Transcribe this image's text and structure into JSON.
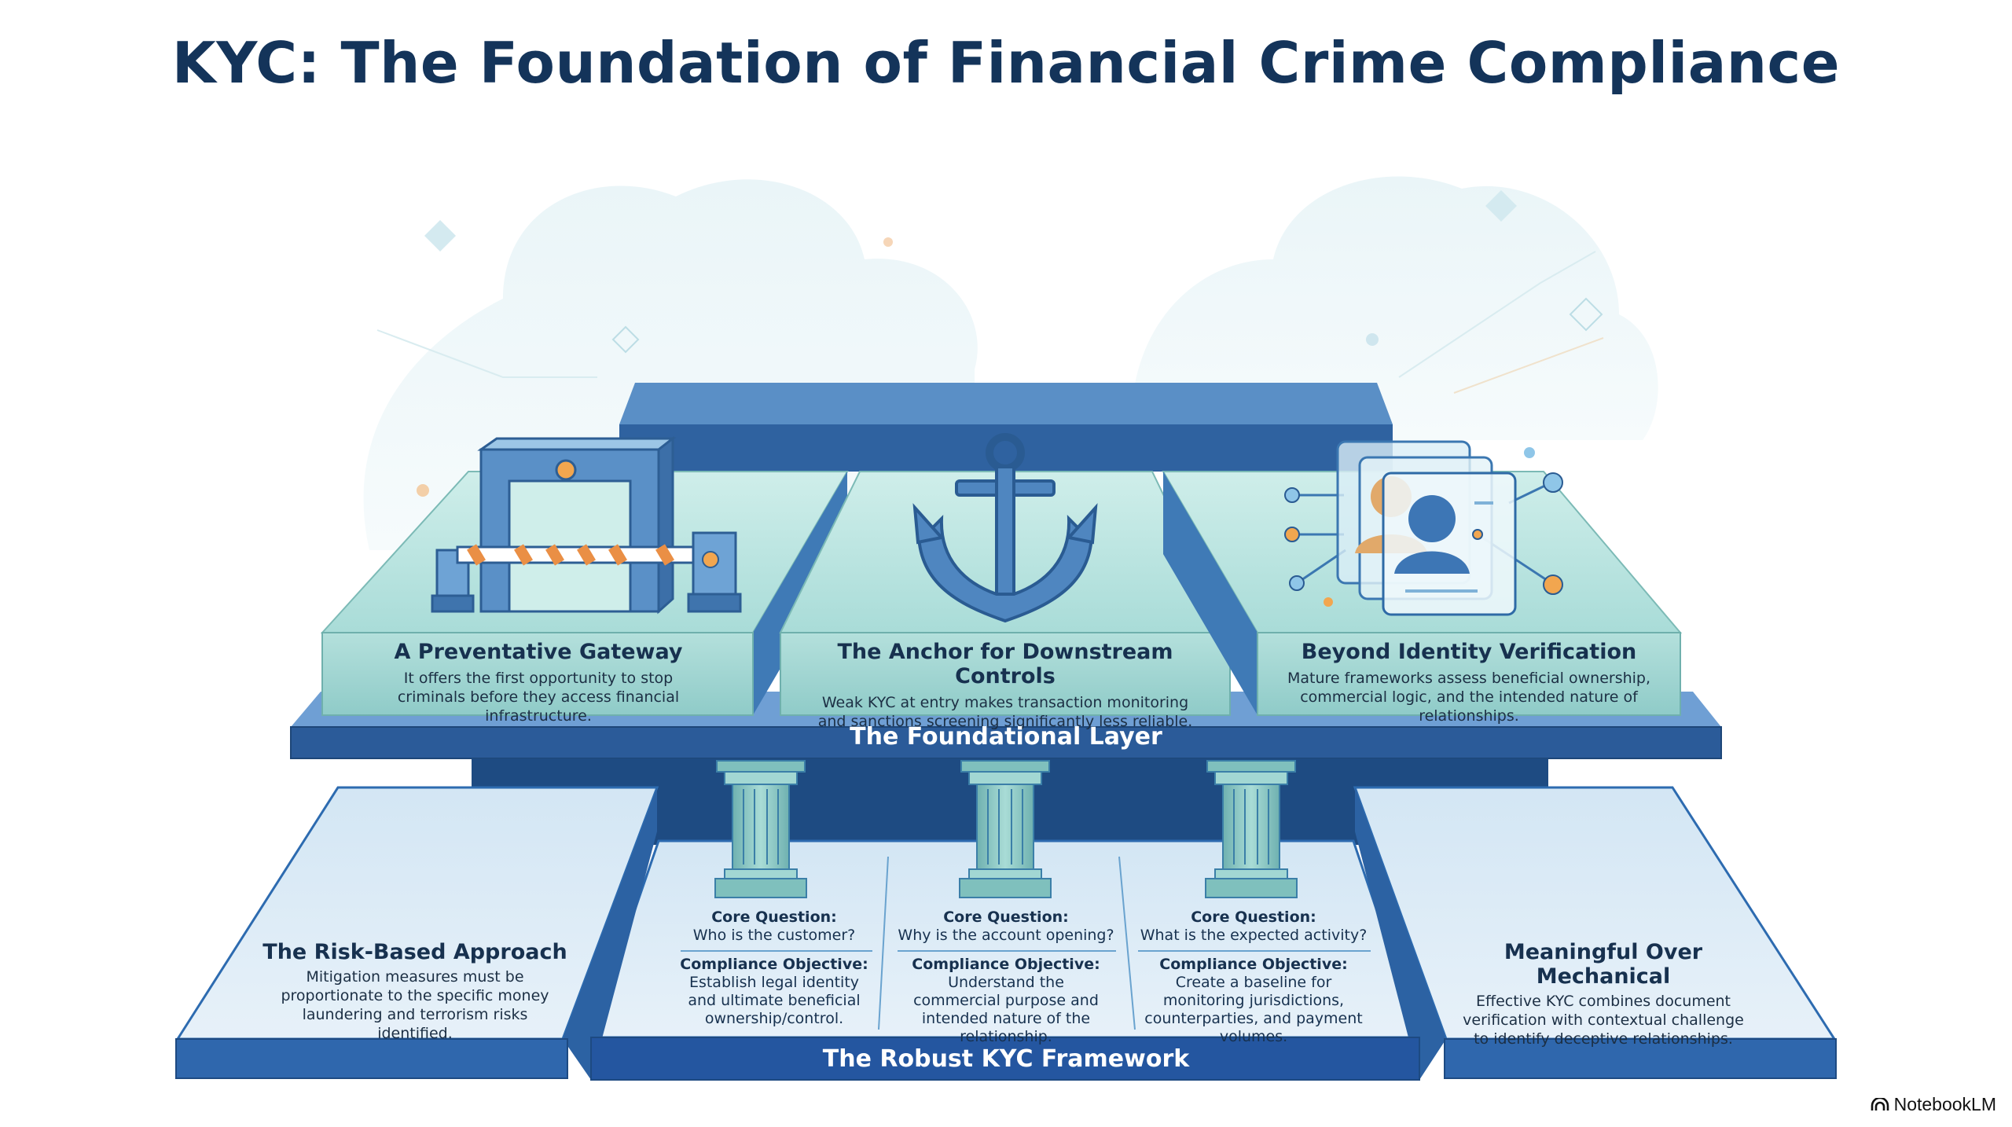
{
  "title": "KYC: The Foundation of Financial Crime Compliance",
  "foundational_layer": {
    "label": "The Foundational Layer",
    "cards": [
      {
        "title": "A Preventative Gateway",
        "description": "It offers the first opportunity to stop criminals before they access financial infrastructure.",
        "icon": "gateway-barrier-icon"
      },
      {
        "title": "The Anchor for Downstream Controls",
        "description": "Weak KYC at entry makes transaction monitoring and sanctions screening significantly less reliable.",
        "icon": "anchor-icon"
      },
      {
        "title": "Beyond Identity Verification",
        "description": "Mature frameworks assess beneficial ownership, commercial logic, and the intended nature of relationships.",
        "icon": "identity-profile-network-icon"
      }
    ]
  },
  "framework": {
    "label": "The Robust KYC Framework",
    "left_panel": {
      "title": "The Risk-Based Approach",
      "description": "Mitigation measures must be proportionate to the specific money laundering and terrorism risks identified."
    },
    "right_panel": {
      "title": "Meaningful Over Mechanical",
      "description": "Effective KYC combines document verification with contextual challenge to identify deceptive relationships."
    },
    "pillars": [
      {
        "question_label": "Core Question:",
        "question": "Who is the customer?",
        "objective_label": "Compliance Objective:",
        "objective": "Establish legal identity and ultimate beneficial ownership/control."
      },
      {
        "question_label": "Core Question:",
        "question": "Why is the account opening?",
        "objective_label": "Compliance Objective:",
        "objective": "Understand the commercial purpose and intended nature of the relationship."
      },
      {
        "question_label": "Core Question:",
        "question": "What is the expected activity?",
        "objective_label": "Compliance Objective:",
        "objective": "Create a baseline for monitoring jurisdictions, counterparties, and payment volumes."
      }
    ]
  },
  "brand": "NotebookLM",
  "colors": {
    "title": "#14345a",
    "deep_blue": "#2f62a0",
    "mint": "#bfe6e2",
    "panel_light": "#dcebf6"
  }
}
